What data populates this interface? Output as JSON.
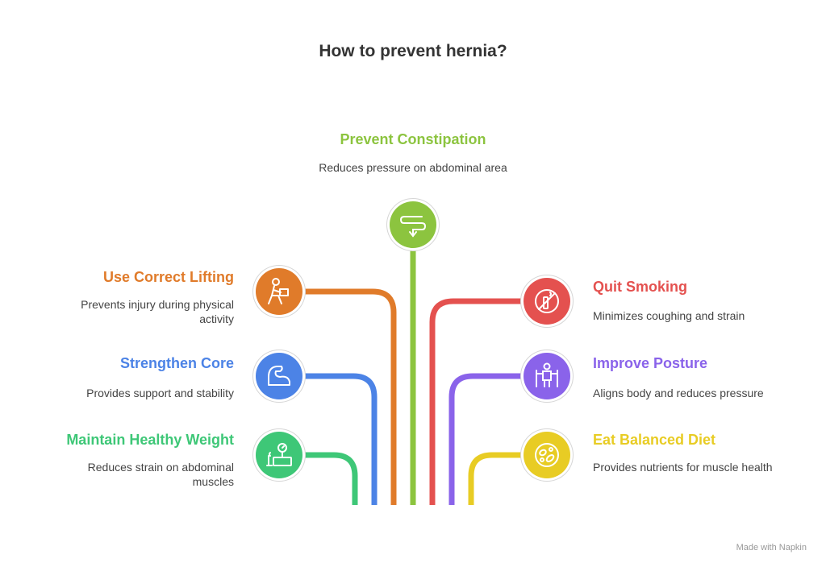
{
  "title": "How to prevent hernia?",
  "colors": {
    "green_light": "#8cc43f",
    "orange": "#e07b2a",
    "red": "#e4514f",
    "blue": "#4c83e6",
    "purple": "#8a63ea",
    "green": "#3ec777",
    "yellow": "#e8cc24"
  },
  "items": {
    "constipation": {
      "title": "Prevent Constipation",
      "desc": "Reduces pressure on abdominal area",
      "icon": "intestine-icon"
    },
    "lifting": {
      "title": "Use Correct Lifting",
      "desc": "Prevents injury during physical activity",
      "icon": "lifting-person-icon"
    },
    "smoking": {
      "title": "Quit Smoking",
      "desc": "Minimizes coughing and strain",
      "icon": "no-smoking-icon"
    },
    "core": {
      "title": "Strengthen Core",
      "desc": "Provides support and stability",
      "icon": "flexed-arm-icon"
    },
    "posture": {
      "title": "Improve Posture",
      "desc": "Aligns body and reduces pressure",
      "icon": "standing-person-icon"
    },
    "weight": {
      "title": "Maintain Healthy Weight",
      "desc": "Reduces strain on abdominal muscles",
      "icon": "scale-icon"
    },
    "diet": {
      "title": "Eat Balanced Diet",
      "desc": "Provides nutrients for muscle health",
      "icon": "salad-bowl-icon"
    }
  },
  "footer": "Made with Napkin"
}
